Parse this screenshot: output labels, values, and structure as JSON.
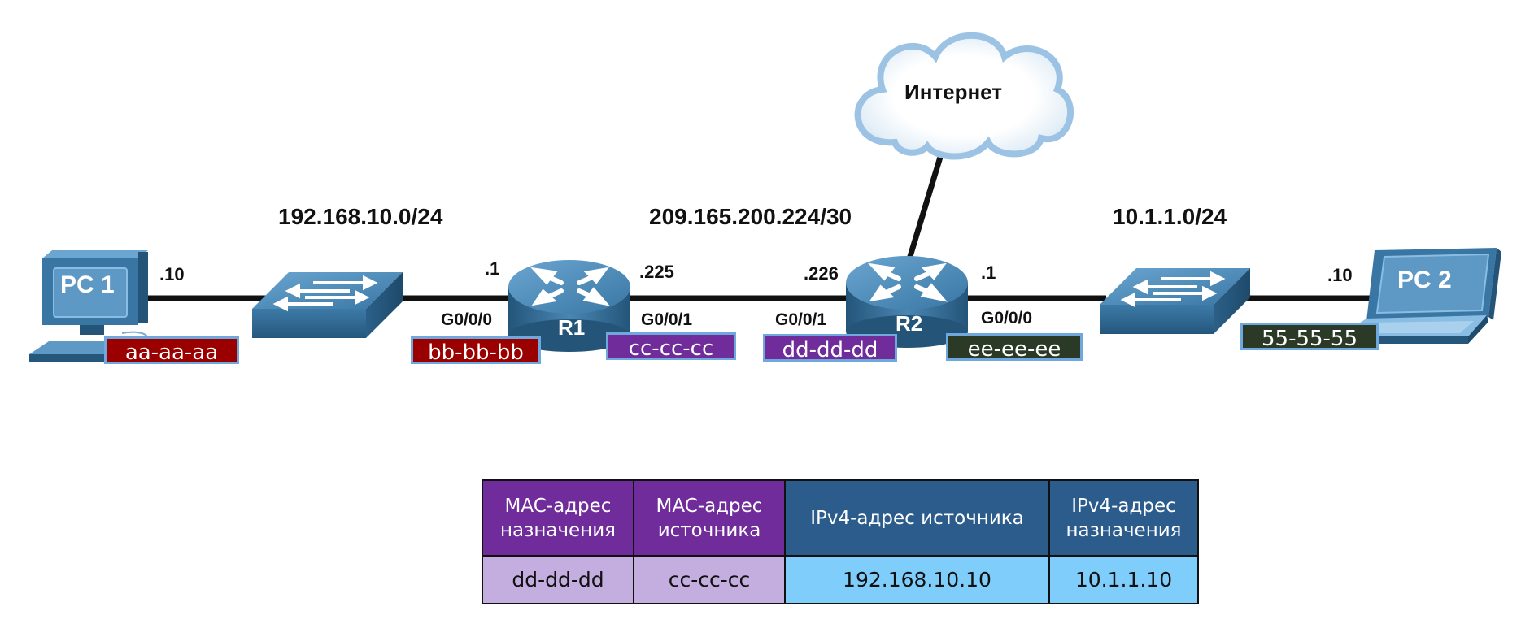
{
  "colors": {
    "device_blue": "#3f78a6",
    "device_dark": "#245579",
    "mac_red": "#9b0000",
    "mac_purple": "#6f2c9a",
    "mac_green": "#2b3a27",
    "th_purple": "#6f2c9a",
    "th_blue": "#2b5c8c",
    "td_purple": "#c4aee0",
    "td_blue": "#7fcdfb"
  },
  "devices": {
    "pc1": {
      "label": "PC 1",
      "icon": "desktop-pc-icon"
    },
    "pc2": {
      "label": "PC 2",
      "icon": "laptop-icon"
    },
    "switch1": {
      "icon": "switch-icon"
    },
    "switch2": {
      "icon": "switch-icon"
    },
    "r1": {
      "label": "R1",
      "icon": "router-icon"
    },
    "r2": {
      "label": "R2",
      "icon": "router-icon"
    },
    "internet": {
      "label": "Интернет",
      "icon": "cloud-icon"
    }
  },
  "networks": {
    "lan1": "192.168.10.0/24",
    "wan": "209.165.200.224/30",
    "lan2": "10.1.1.0/24"
  },
  "host_ips": {
    "pc1": ".10",
    "r1_g000": ".1",
    "r1_g001": ".225",
    "r2_g001": ".226",
    "r2_g000": ".1",
    "pc2": ".10"
  },
  "interfaces": {
    "r1_g000": "G0/0/0",
    "r1_g001": "G0/0/1",
    "r2_g001": "G0/0/1",
    "r2_g000": "G0/0/0"
  },
  "macs": {
    "pc1": "aa-aa-aa",
    "r1_g000": "bb-bb-bb",
    "r1_g001": "cc-cc-cc",
    "r2_g001": "dd-dd-dd",
    "r2_g000": "ee-ee-ee",
    "pc2": "55-55-55"
  },
  "frame_table": {
    "headers": [
      "MAC-адрес назначения",
      "MAC-адрес источника",
      "IPv4-адрес источника",
      "IPv4-адрес назначения"
    ],
    "header_lines": [
      [
        "MAC-адрес",
        "назначения"
      ],
      [
        "MAC-адрес",
        "источника"
      ],
      [
        "IPv4-адрес источника"
      ],
      [
        "IPv4-адрес",
        "назначения"
      ]
    ],
    "row": [
      "dd-dd-dd",
      "cc-cc-cc",
      "192.168.10.10",
      "10.1.1.10"
    ]
  }
}
